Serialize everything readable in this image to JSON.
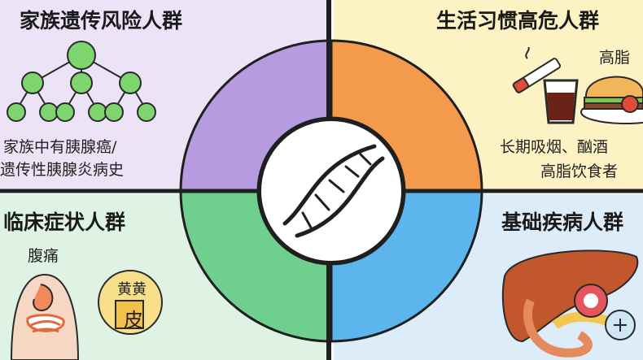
{
  "quadrants": {
    "family": {
      "title": "家族遗传风险人群",
      "desc_line1": "家族中有胰腺癌/",
      "desc_line2": "遗传性胰腺炎病史",
      "color": "#b79be0",
      "icon": "family-tree-icon"
    },
    "lifestyle": {
      "title": "生活习惯高危人群",
      "label_fat": "高脂",
      "desc_line1": "长期吸烟、酗酒",
      "desc_line2": "高脂饮食者",
      "color": "#f39a4c",
      "icons": [
        "cigarette-icon",
        "drink-glass-icon",
        "burger-icon"
      ]
    },
    "clinical": {
      "title": "临床症状人群",
      "label_pain": "腹痛",
      "label_jaundice": "黄黄",
      "label_skin": "皮",
      "color": "#6fcf8e",
      "icons": [
        "abdomen-icon",
        "jaundice-badge-icon"
      ]
    },
    "disease": {
      "title": "基础疾病人群",
      "color": "#5cb5ec",
      "icons": [
        "liver-pancreas-icon",
        "virus-icon"
      ]
    }
  },
  "center": {
    "icon": "dna-icon"
  }
}
